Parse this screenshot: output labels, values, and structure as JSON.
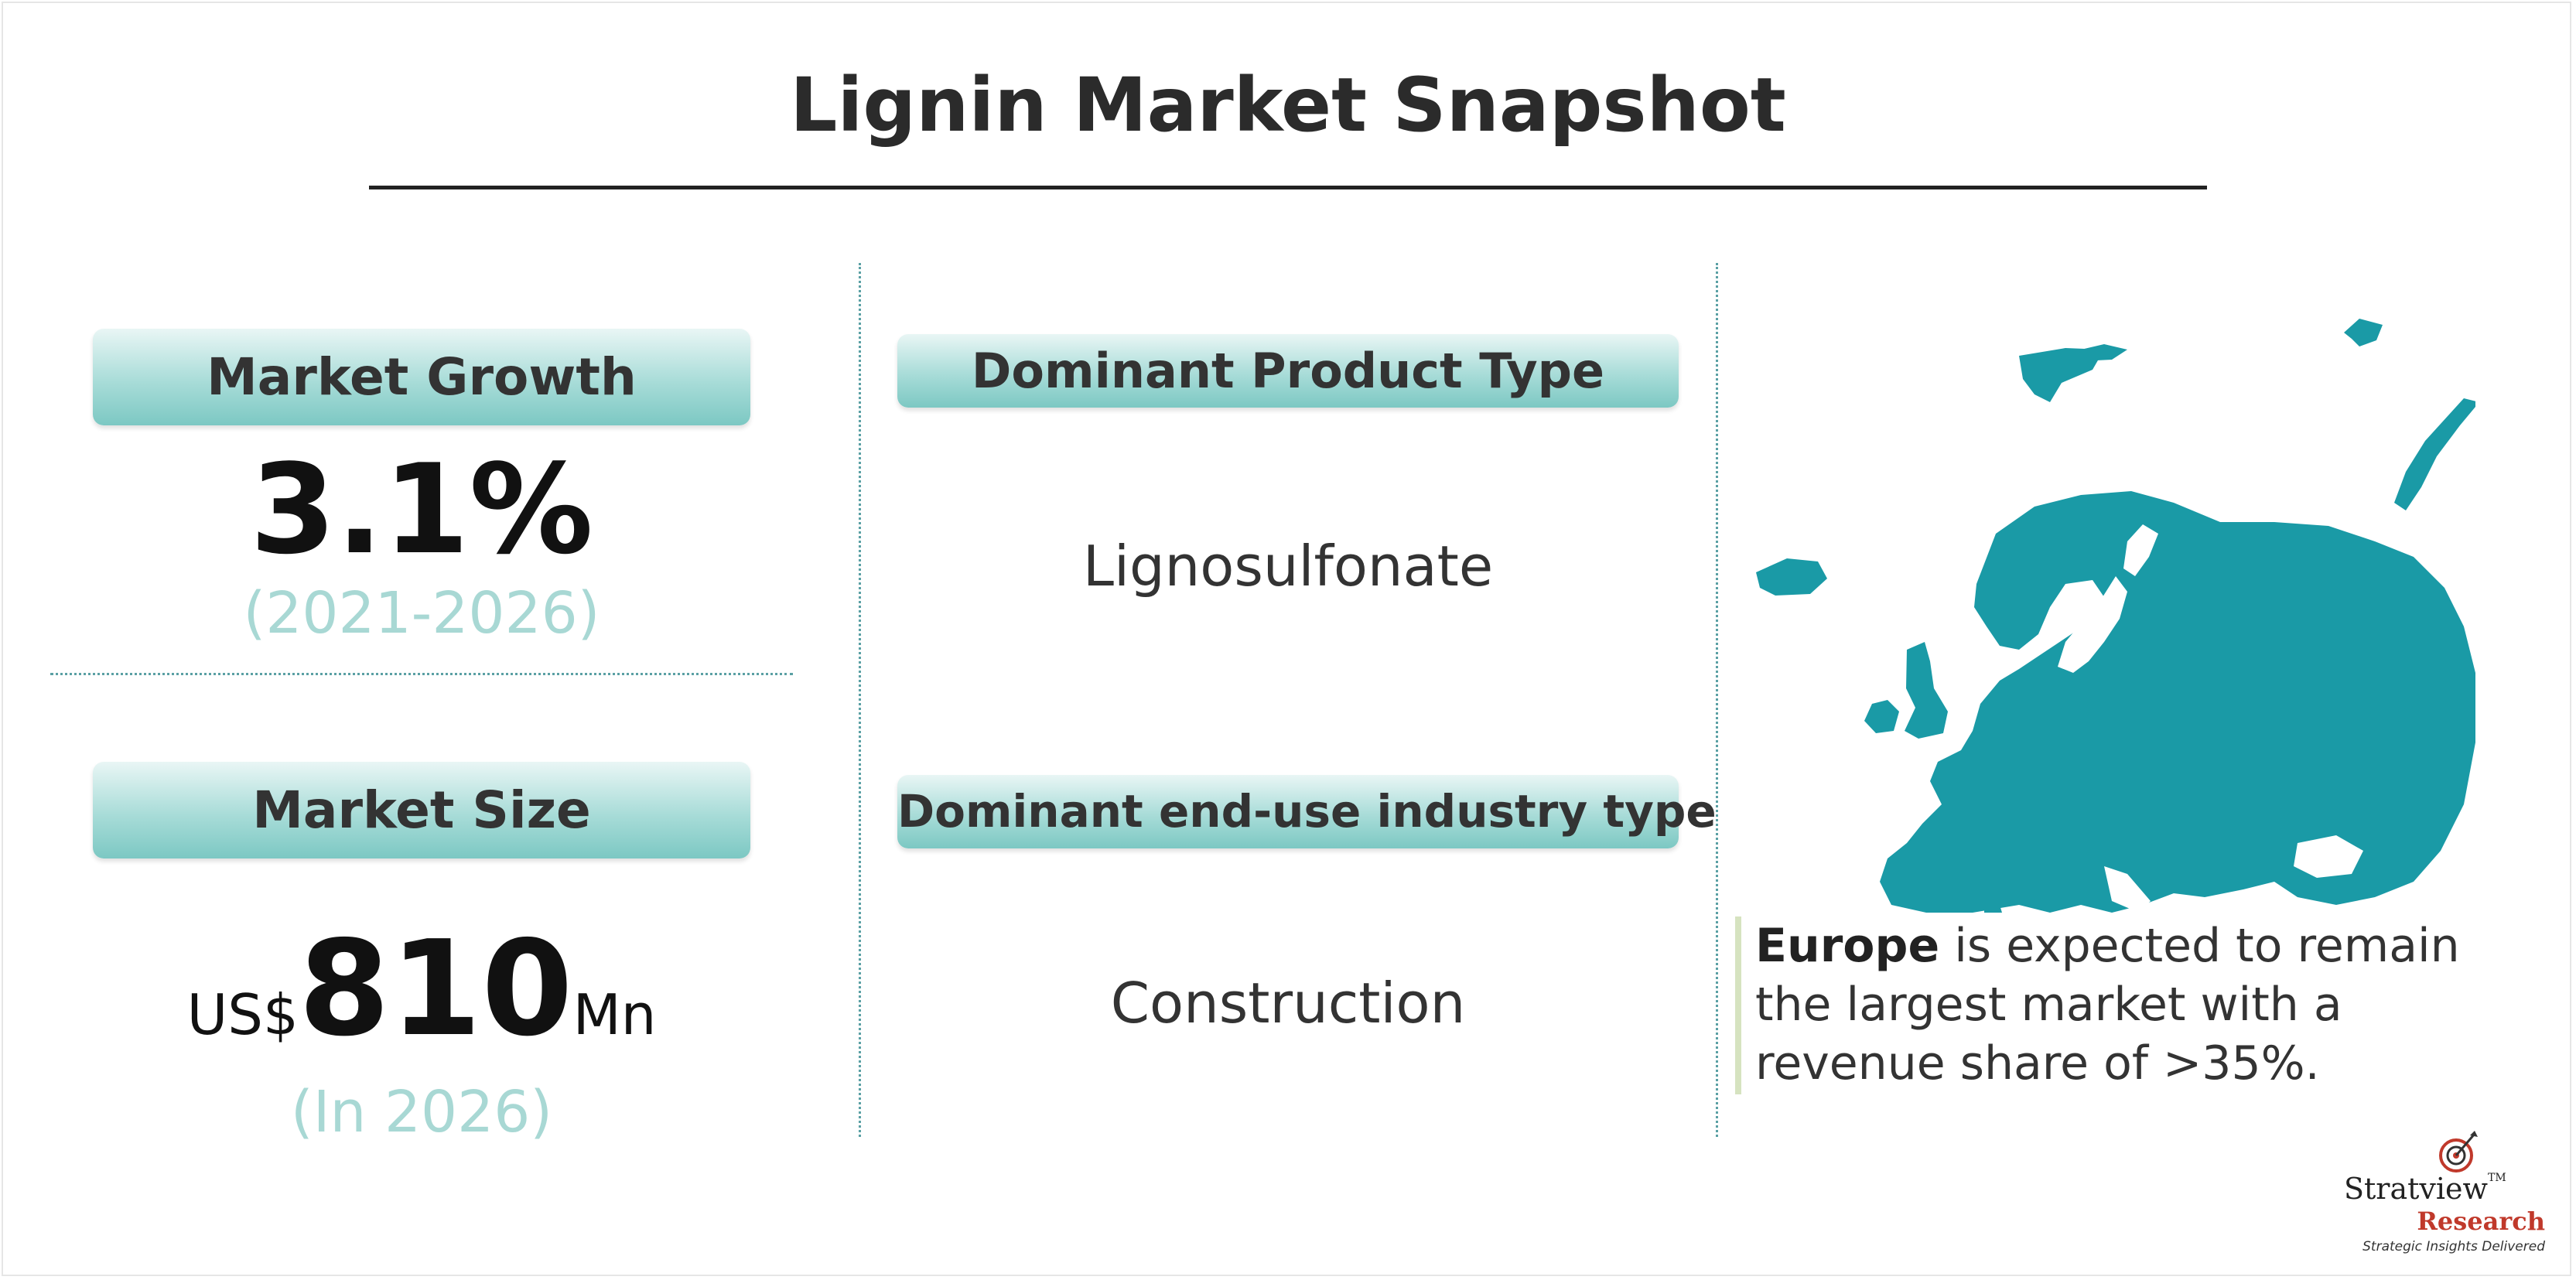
{
  "title": "Lignin Market Snapshot",
  "market_growth": {
    "label": "Market Growth",
    "value": "3.1%",
    "period": "(2021-2026)"
  },
  "market_size": {
    "label": "Market Size",
    "prefix": "US$",
    "value": "810",
    "unit": "Mn",
    "year": "(In 2026)"
  },
  "product": {
    "label": "Dominant Product Type",
    "value": "Lignosulfonate"
  },
  "end_use": {
    "label": "Dominant end-use industry type",
    "value": "Construction"
  },
  "region": {
    "name": "Europe",
    "text": " is expected to remain the largest market with a revenue share of >35%."
  },
  "logo": {
    "brand": "Stratview",
    "tm": "TM",
    "research": "Research",
    "tagline": "Strategic Insights Delivered"
  },
  "colors": {
    "teal_pill": "#a8dcd8",
    "map_fill": "#1a9aa6",
    "subtext": "#a8d8d4"
  }
}
